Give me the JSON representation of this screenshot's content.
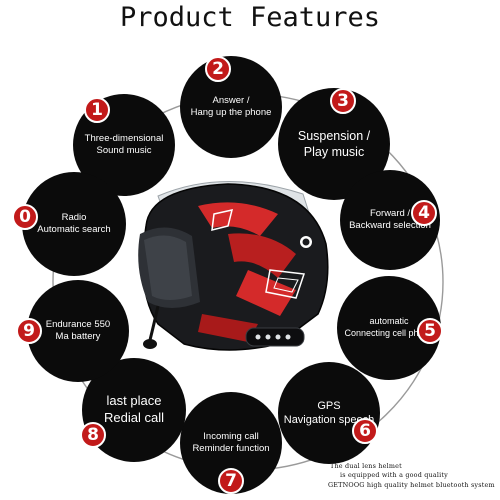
{
  "title": "Product Features",
  "features": [
    {
      "number": "1",
      "lines": [
        "Three-dimensional",
        "Sound music"
      ]
    },
    {
      "number": "2",
      "lines": [
        "Answer /",
        "Hang up the phone"
      ]
    },
    {
      "number": "3",
      "lines": [
        "Suspension /",
        "Play music"
      ]
    },
    {
      "number": "4",
      "lines": [
        "Forward /",
        "Backward selection"
      ]
    },
    {
      "number": "5",
      "lines": [
        "automatic",
        "Connecting cell phone"
      ]
    },
    {
      "number": "6",
      "lines": [
        "GPS",
        "Navigation speech"
      ]
    },
    {
      "number": "7",
      "lines": [
        "Incoming call",
        "Reminder function"
      ]
    },
    {
      "number": "8",
      "lines": [
        "last place",
        "Redial call"
      ]
    },
    {
      "number": "9",
      "lines": [
        "Endurance 550",
        "Ma battery"
      ]
    },
    {
      "number": "0",
      "lines": [
        "Radio",
        "Automatic search"
      ]
    }
  ],
  "caption": {
    "line1": "The dual lens helmet",
    "line2": "is equipped with a good quality",
    "line3": "GETNOOG high quality helmet bluetooth system"
  },
  "colors": {
    "circle": "#0b0b0b",
    "badge": "#c21a1a",
    "ring": "#9a9a9a",
    "helmet_accent": "#d42a2a"
  }
}
